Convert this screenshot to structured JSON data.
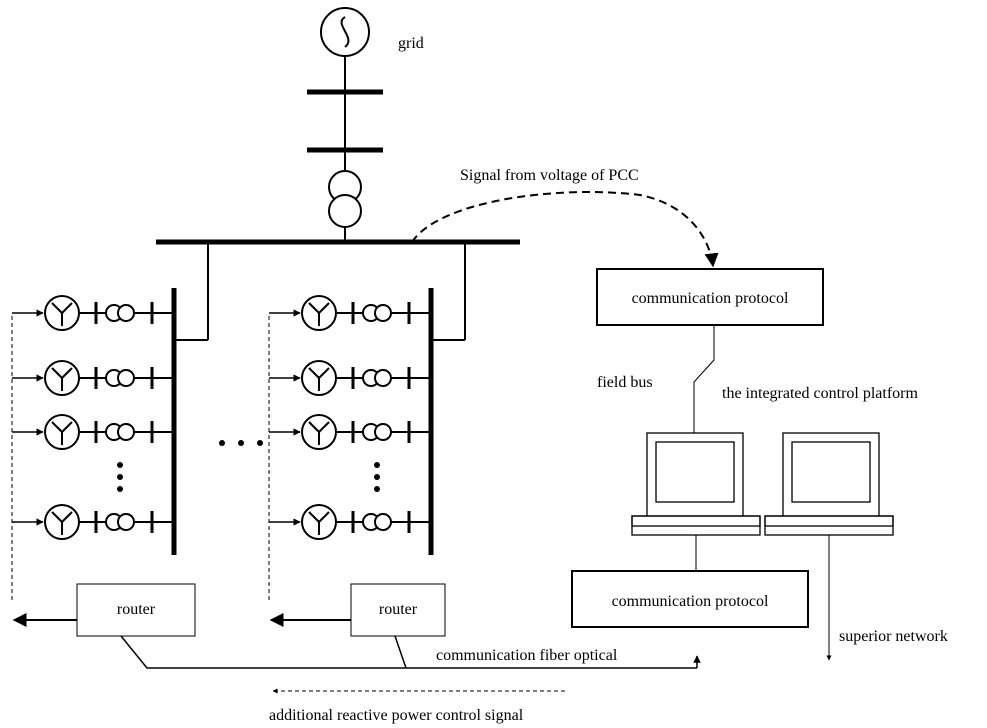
{
  "labels": {
    "grid": "grid",
    "pcc_signal": "Signal from voltage of PCC",
    "comm_protocol_top": "communication protocol",
    "field_bus": "field bus",
    "platform": "the integrated control platform",
    "router_left": "router",
    "router_right": "router",
    "comm_protocol_bottom": "communication protocol",
    "superior_network": "superior network",
    "fiber": "communication fiber optical",
    "reactive_signal": "additional reactive power control signal"
  },
  "ellipsis": "• • •"
}
